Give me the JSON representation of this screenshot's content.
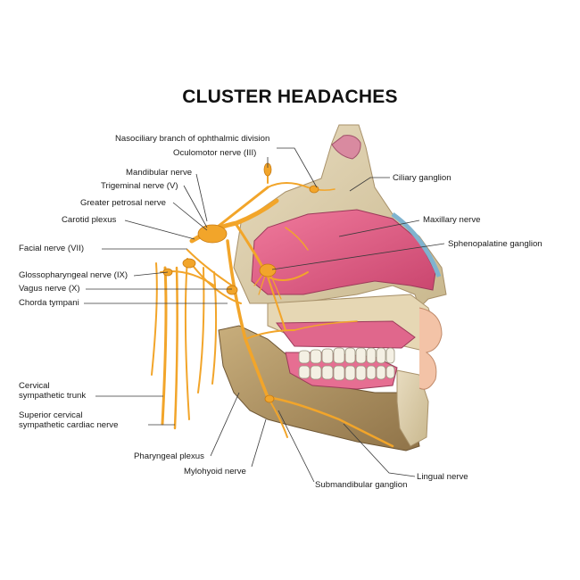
{
  "title": "CLUSTER HEADACHES",
  "labels": {
    "nasociliary": "Nasociliary branch of ophthalmic division",
    "oculomotor": "Oculomotor nerve (III)",
    "ciliary": "Ciliary ganglion",
    "mandibular": "Mandibular nerve",
    "trigeminal": "Trigeminal nerve (V)",
    "greater_petrosal": "Greater petrosal nerve",
    "carotid": "Carotid plexus",
    "maxillary": "Maxillary nerve",
    "sphenopalatine": "Sphenopalatine ganglion",
    "facial": "Facial nerve (VII)",
    "glossopharyngeal": "Glossopharyngeal nerve (IX)",
    "vagus": "Vagus nerve (X)",
    "chorda": "Chorda tympani",
    "cervical_trunk": "Cervical\nsympathetic trunk",
    "superior_cervical": "Superior cervical\nsympathetic cardiac nerve",
    "pharyngeal": "Pharyngeal plexus",
    "mylohyoid": "Mylohyoid nerve",
    "submandibular": "Submandibular ganglion",
    "lingual": "Lingual nerve"
  }
}
